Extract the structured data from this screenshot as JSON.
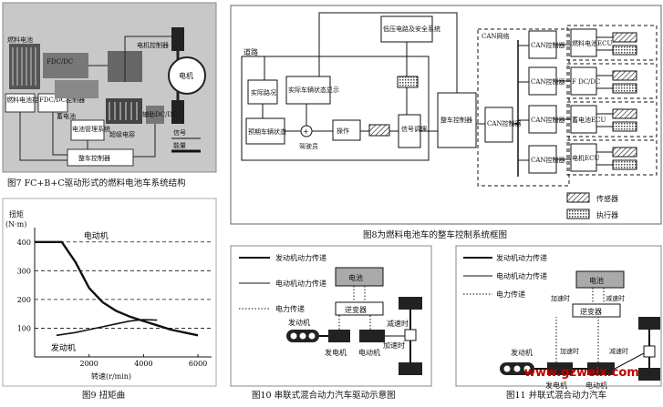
{
  "fig7": {
    "caption": "图7 FC+B+C驱动形式的燃料电池车系统结构",
    "labels": {
      "fuel_cell": "燃料电池",
      "fdc": "FDC/DC",
      "motor_ctrl": "电机控制器",
      "motor": "电机",
      "fc_ctrl": "燃料电池控制器",
      "fdc_ctrl": "FDC/DC控制器",
      "battery": "蓄电池",
      "battery_mgmt": "电池管理系统",
      "supercap": "超级电容",
      "aux": "辅助DC/DC",
      "signal": "信号",
      "power": "能量",
      "vehicle_ctrl": "整车控制器"
    }
  },
  "fig8": {
    "caption": "图8为燃料电池车的整车控制系统框图",
    "labels": {
      "road": "道路",
      "real_road": "实际路况",
      "vehicle_status": "实际车辆状态显示",
      "low_voltage": "低压电路及安全系统",
      "expected": "预期车辆状态",
      "driver": "驾驶员",
      "operate": "操作",
      "signal_adjust": "信号调理",
      "vcu": "整车控制器",
      "can_ctrl": "CAN控制器",
      "can_net": "CAN网络",
      "can_node": "CAN控制器",
      "fc_ecu": "燃料电池ECU",
      "dcdc": "F DC/DC",
      "bat_ecu": "蓄电池ECU",
      "motor_ecu": "电机ECU",
      "sensor": "传感器",
      "actuator": "执行器"
    }
  },
  "fig9": {
    "caption": "图9 扭矩曲",
    "chart_data": {
      "type": "line",
      "ylabel": "扭矩",
      "yunit": "(N·m)",
      "xlabel": "转速(r/min)",
      "xticks": [
        2000,
        4000,
        6000
      ],
      "yticks": [
        100,
        200,
        300,
        400
      ],
      "xlim": [
        0,
        6500
      ],
      "ylim": [
        0,
        450
      ],
      "series": [
        {
          "name": "电动机",
          "x": [
            0,
            700,
            1000,
            1500,
            2000,
            2500,
            3000,
            3500,
            4000,
            4500,
            5000,
            5500,
            6000
          ],
          "y": [
            400,
            400,
            400,
            330,
            240,
            190,
            160,
            140,
            125,
            110,
            95,
            85,
            75
          ]
        },
        {
          "name": "发动机",
          "x": [
            800,
            1500,
            2000,
            2500,
            3000,
            3500,
            4000,
            4500
          ],
          "y": [
            75,
            85,
            95,
            105,
            115,
            125,
            130,
            128
          ]
        }
      ]
    }
  },
  "fig10": {
    "caption": "图10 串联式混合动力汽车驱动示意图",
    "legend": [
      "发动机动力传递",
      "电动机动力传递",
      "电力传递"
    ],
    "labels": {
      "battery": "电池",
      "inverter": "逆变器",
      "engine": "发动机",
      "generator": "发电机",
      "motor": "电动机",
      "decel": "减速时",
      "accel": "加速时"
    }
  },
  "fig11": {
    "caption": "图11 并联式混合动力汽车",
    "legend": [
      "发动机动力传递",
      "电动机动力传递",
      "电力传递"
    ],
    "labels": {
      "battery": "电池",
      "inverter": "逆变器",
      "engine": "发动机",
      "generator": "发电机",
      "motor": "电动机",
      "decel": "减速时",
      "accel": "加速时"
    },
    "watermark": "www.gzweix.com"
  }
}
